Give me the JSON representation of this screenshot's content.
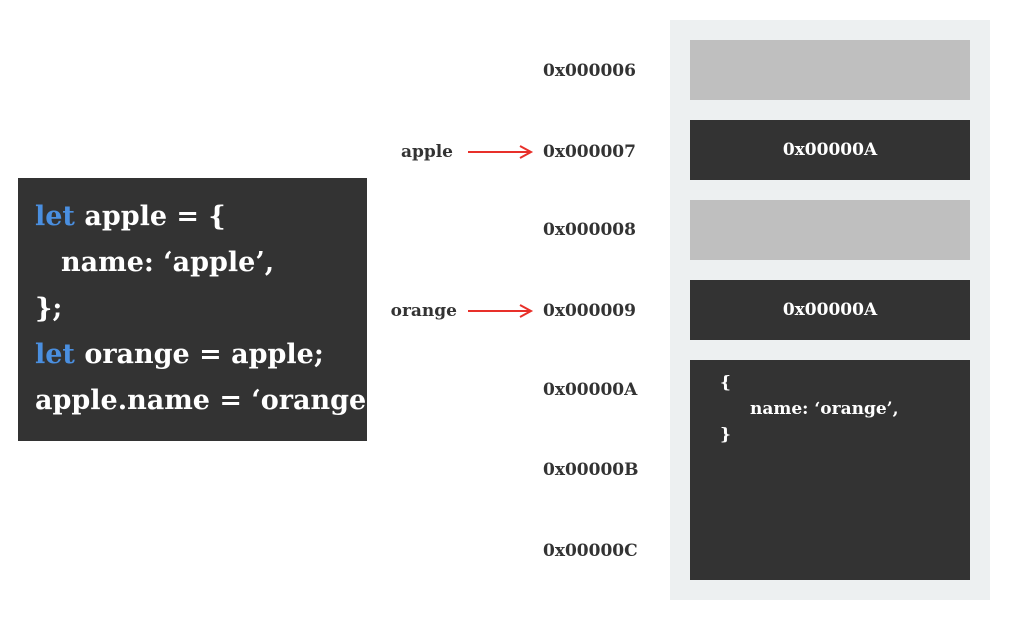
{
  "code": {
    "lines": [
      {
        "kw": "let",
        "text": " apple = {"
      },
      {
        "kw": "",
        "text": "name: ‘apple’,"
      },
      {
        "kw": "",
        "text": "};"
      },
      {
        "kw": "let",
        "text": " orange = apple;"
      },
      {
        "kw": "",
        "text": "apple.name = ‘orange’;"
      }
    ]
  },
  "memory": {
    "addresses": [
      "0x000006",
      "0x000007",
      "0x000008",
      "0x000009",
      "0x00000A",
      "0x00000B",
      "0x00000C"
    ],
    "cells": [
      {
        "type": "empty",
        "value": ""
      },
      {
        "type": "filled",
        "value": "0x00000A"
      },
      {
        "type": "empty",
        "value": ""
      },
      {
        "type": "filled",
        "value": "0x00000A"
      }
    ],
    "object": {
      "open": "{",
      "property": "name: ‘orange’,",
      "close": "}"
    }
  },
  "variables": [
    {
      "name": "apple",
      "points_to": "0x000007"
    },
    {
      "name": "orange",
      "points_to": "0x000009"
    }
  ],
  "colors": {
    "keyword": "#4a8fe0",
    "arrow": "#e8302a",
    "dark_cell": "#333333",
    "empty_cell": "#bfbfbf",
    "panel": "#edf0f1"
  }
}
